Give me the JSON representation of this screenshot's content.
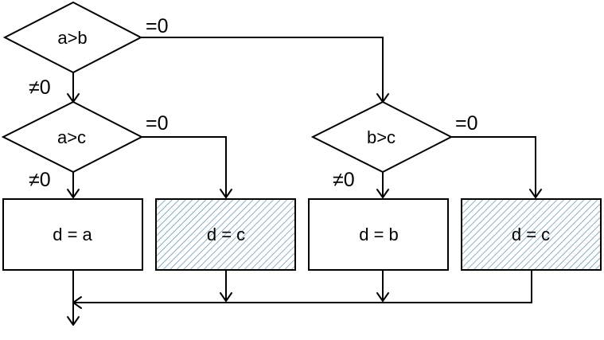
{
  "decisions": {
    "a_gt_b": "a>b",
    "a_gt_c": "a>c",
    "b_gt_c": "b>c"
  },
  "processes": {
    "d_eq_a": "d = a",
    "d_eq_c_left": "d = c",
    "d_eq_b": "d = b",
    "d_eq_c_right": "d = c"
  },
  "branch_labels": {
    "zero": "=0",
    "nonzero": "≠0"
  },
  "colors": {
    "hatch": "#5b8fa8",
    "hatch_background": "#ffffff",
    "stroke": "#000000"
  }
}
